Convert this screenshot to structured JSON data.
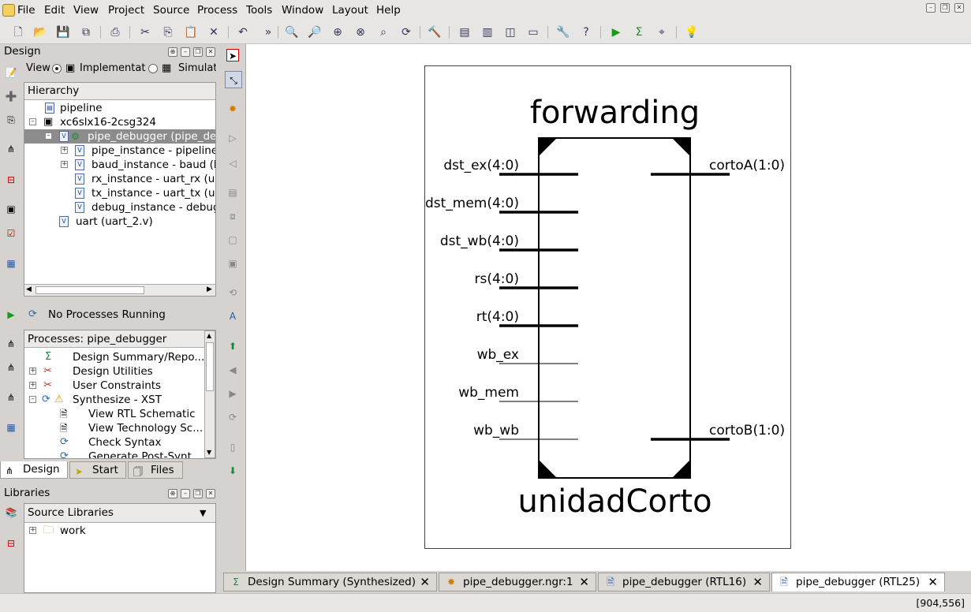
{
  "menu": [
    "File",
    "Edit",
    "View",
    "Project",
    "Source",
    "Process",
    "Tools",
    "Window",
    "Layout",
    "Help"
  ],
  "design_panel": {
    "title": "Design",
    "view_label": "View",
    "view_options": [
      "Implementation",
      "Simulation"
    ],
    "view_option_visible": [
      "Implementat",
      "Simulat"
    ],
    "hierarchy_header": "Hierarchy",
    "tree": [
      {
        "label": "pipeline",
        "indent": 0
      },
      {
        "label": "xc6slx16-2csg324",
        "indent": 0
      },
      {
        "label": "pipe_debugger (pipe_deb",
        "indent": 1
      },
      {
        "label": "pipe_instance - pipeline",
        "indent": 2
      },
      {
        "label": "baud_instance - baud (b",
        "indent": 2
      },
      {
        "label": "rx_instance - uart_rx (ua",
        "indent": 2
      },
      {
        "label": "tx_instance - uart_tx (ua",
        "indent": 2
      },
      {
        "label": "debug_instance - debug_",
        "indent": 2
      },
      {
        "label": "uart (uart_2.v)",
        "indent": 1
      }
    ]
  },
  "process_panel": {
    "status": "No Processes Running",
    "header": "Processes: pipe_debugger",
    "items": [
      "Design Summary/Repo...",
      "Design Utilities",
      "User Constraints",
      "Synthesize - XST",
      "View RTL Schematic",
      "View Technology Sc...",
      "Check Syntax",
      "Generate Post-Synt..."
    ],
    "tabs": [
      "Design",
      "Start",
      "Files"
    ]
  },
  "libraries_panel": {
    "title": "Libraries",
    "source_select": "Source Libraries",
    "items": [
      "work"
    ]
  },
  "schematic": {
    "title": "forwarding",
    "instance": "unidadCorto",
    "inputs": [
      "dst_ex(4:0)",
      "dst_mem(4:0)",
      "dst_wb(4:0)",
      "rs(4:0)",
      "rt(4:0)",
      "wb_ex",
      "wb_mem",
      "wb_wb"
    ],
    "outputs": [
      "cortoA(1:0)",
      "cortoB(1:0)"
    ]
  },
  "doc_tabs": [
    {
      "label": "Design Summary (Synthesized)",
      "icon": "sigma-icon",
      "active": false
    },
    {
      "label": "pipe_debugger.ngr:1",
      "icon": "schematic-icon",
      "active": false
    },
    {
      "label": "pipe_debugger (RTL16)",
      "icon": "document-icon",
      "active": false
    },
    {
      "label": "pipe_debugger (RTL25)",
      "icon": "document-icon",
      "active": true
    }
  ],
  "status": {
    "coords": "[904,556]"
  }
}
